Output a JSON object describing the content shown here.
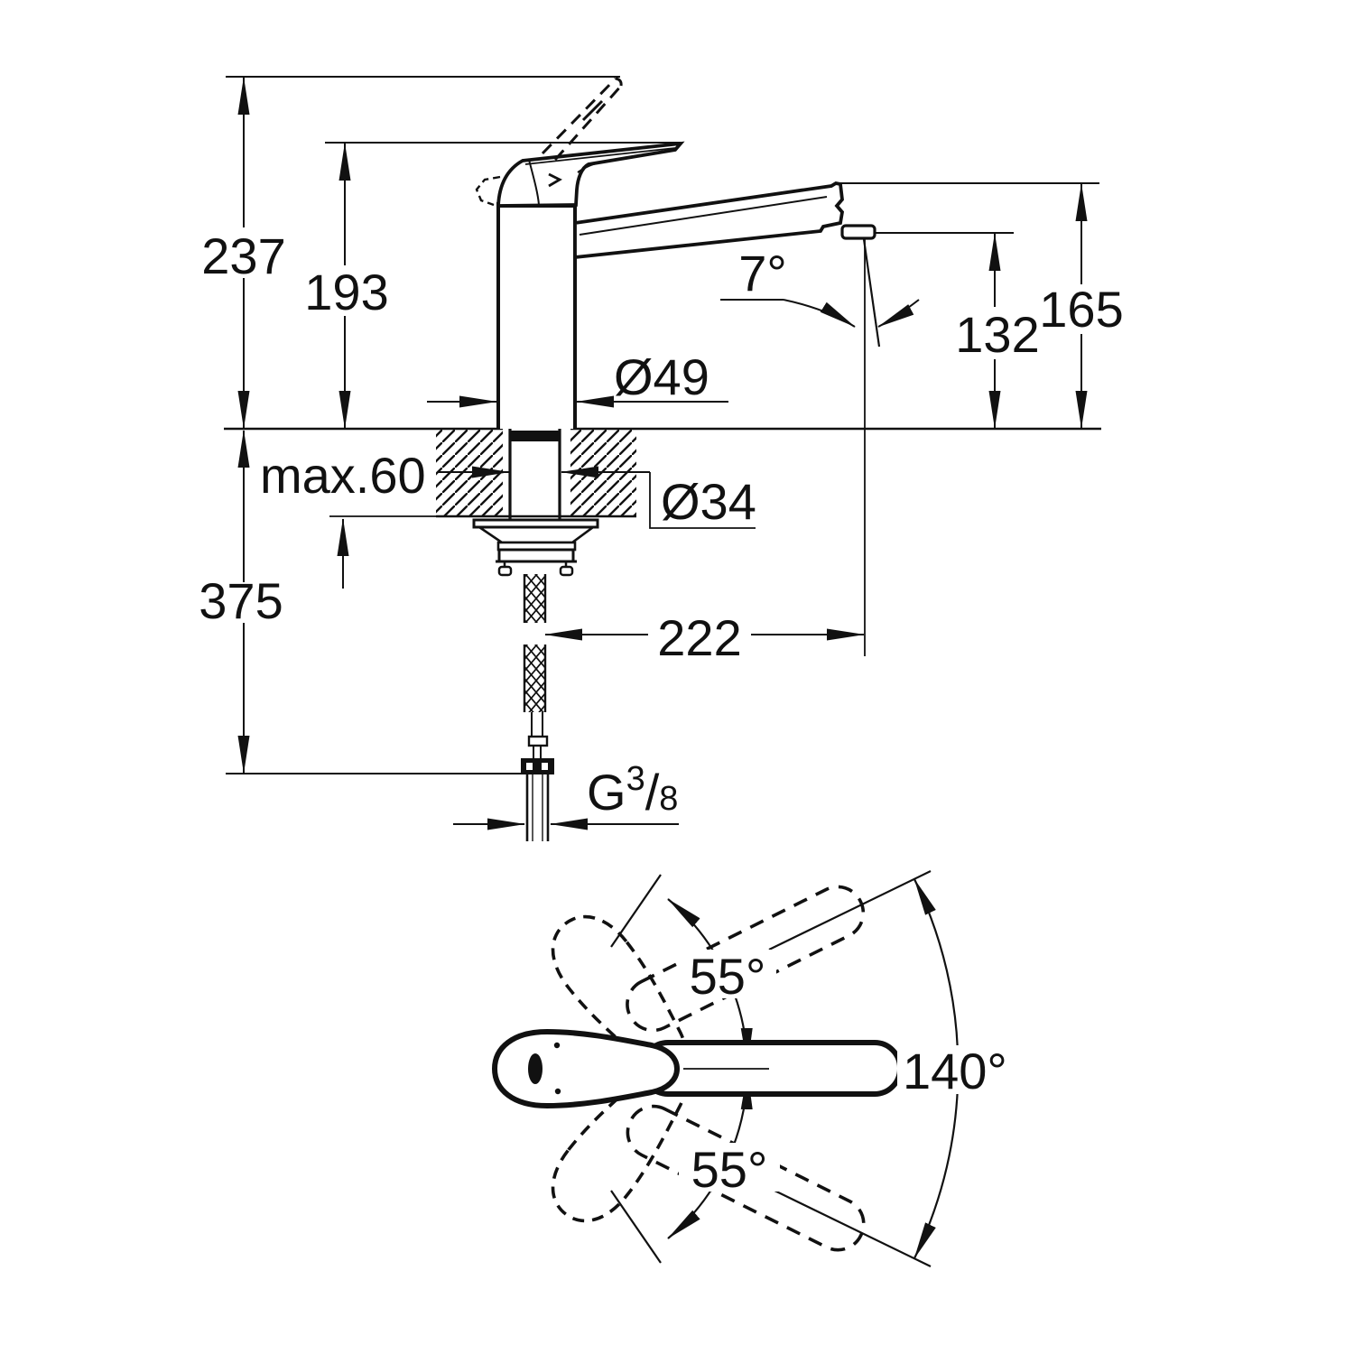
{
  "side_view": {
    "total_height": "237",
    "handle_height": "193",
    "spout_height": "165",
    "outlet_height": "132",
    "outlet_angle": "7°",
    "body_diameter": "Ø49",
    "max_deck": "max.60",
    "hole_diameter": "Ø34",
    "hose_length": "375",
    "reach": "222",
    "thread": {
      "g": "G",
      "sup": "3",
      "slash": "/",
      "den": "8"
    }
  },
  "top_view": {
    "handle_swing_up": "55°",
    "handle_swing_down": "55°",
    "spout_swivel": "140°"
  },
  "colors": {
    "ink": "#111111",
    "background": "#ffffff"
  }
}
